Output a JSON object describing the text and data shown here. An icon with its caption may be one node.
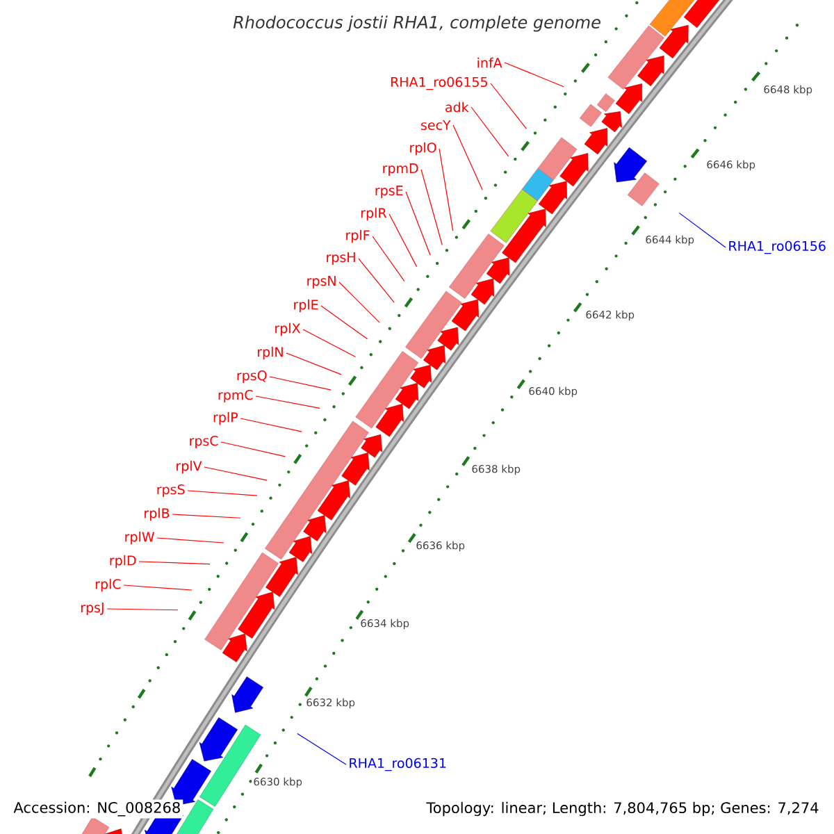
{
  "diagram": {
    "title": "Rhodococcus jostii RHA1, complete genome",
    "nodes": [
      {
        "text": [
          "infA"
        ]
      },
      {
        "text": [
          "RHA1_ro06155"
        ]
      },
      {
        "text": [
          "adk"
        ]
      },
      {
        "text": [
          "secY"
        ]
      },
      {
        "text": [
          "rplO"
        ]
      },
      {
        "text": [
          "rpmD"
        ]
      },
      {
        "text": [
          "rpsE"
        ]
      },
      {
        "text": [
          "rplR"
        ]
      },
      {
        "text": [
          "rplF"
        ]
      },
      {
        "text": [
          "RHA1_ro06156"
        ]
      },
      {
        "text": [
          "rpsH"
        ]
      },
      {
        "text": [
          "rpsN"
        ]
      },
      {
        "text": [
          "rplE"
        ]
      },
      {
        "text": [
          "rplX"
        ]
      },
      {
        "text": [
          "rplN"
        ]
      },
      {
        "text": [
          "rpsQ"
        ]
      },
      {
        "text": [
          "rpmC"
        ]
      },
      {
        "text": [
          "rplP"
        ]
      },
      {
        "text": [
          "rpsC"
        ]
      },
      {
        "text": [
          "rplV"
        ]
      },
      {
        "text": [
          "rpsS"
        ]
      },
      {
        "text": [
          "rplB"
        ]
      },
      {
        "text": [
          "rplW"
        ]
      },
      {
        "text": [
          "rplD"
        ]
      },
      {
        "text": [
          "rplC"
        ]
      },
      {
        "text": [
          "rpsJ"
        ]
      },
      {
        "text": [
          "RHA1_ro06131"
        ]
      }
    ],
    "edges": [
      {
        "from": 0,
        "to": null,
        "arrow": "none"
      },
      {
        "from": 1,
        "to": null,
        "arrow": "none"
      },
      {
        "from": 2,
        "to": null,
        "arrow": "none"
      },
      {
        "from": 3,
        "to": null,
        "arrow": "none"
      },
      {
        "from": 4,
        "to": null,
        "arrow": "none"
      },
      {
        "from": 5,
        "to": null,
        "arrow": "none"
      },
      {
        "from": 6,
        "to": null,
        "arrow": "none"
      },
      {
        "from": 7,
        "to": null,
        "arrow": "none"
      },
      {
        "from": 8,
        "to": null,
        "arrow": "none"
      },
      {
        "from": 9,
        "to": null,
        "arrow": "none",
        "color": "#0000ff"
      },
      {
        "from": 10,
        "to": null,
        "arrow": "none"
      },
      {
        "from": 11,
        "to": null,
        "arrow": "none"
      },
      {
        "from": 12,
        "to": null,
        "arrow": "none"
      },
      {
        "from": 13,
        "to": null,
        "arrow": "none"
      },
      {
        "from": 14,
        "to": null,
        "arrow": "none"
      },
      {
        "from": 15,
        "to": null,
        "arrow": "none"
      },
      {
        "from": 16,
        "to": null,
        "arrow": "none"
      },
      {
        "from": 17,
        "to": null,
        "arrow": "none"
      },
      {
        "from": 18,
        "to": null,
        "arrow": "none"
      },
      {
        "from": 19,
        "to": null,
        "arrow": "none"
      },
      {
        "from": 20,
        "to": null,
        "arrow": "none"
      },
      {
        "from": 21,
        "to": null,
        "arrow": "none"
      },
      {
        "from": 22,
        "to": null,
        "arrow": "none"
      },
      {
        "from": 23,
        "to": null,
        "arrow": "none"
      },
      {
        "from": 24,
        "to": null,
        "arrow": "none"
      },
      {
        "from": 25,
        "to": null,
        "arrow": "none"
      },
      {
        "from": 26,
        "to": null,
        "arrow": "none",
        "color": "#0000ff"
      }
    ],
    "labels": [
      "6648 kbp",
      "6646 kbp",
      "6644 kbp",
      "6642 kbp",
      "6640 kbp",
      "6638 kbp",
      "6636 kbp",
      "6634 kbp",
      "6632 kbp",
      "6630 kbp",
      "Accession: NC_008268",
      "Topology: linear; Length: 7,804,765 bp; Genes: 7,274"
    ]
  }
}
